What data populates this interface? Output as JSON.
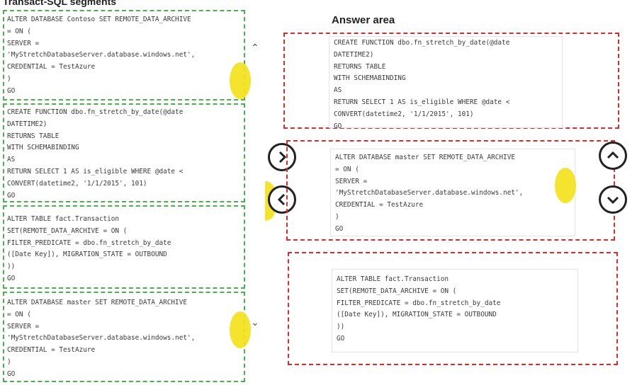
{
  "segments": {
    "title": "Transact-SQL segments",
    "items": [
      {
        "lines": [
          "ALTER DATABASE Contoso SET REMOTE_DATA_ARCHIVE",
          "= ON (",
          "SERVER =",
          "'MyStretchDatabaseServer.database.windows.net',",
          "CREDENTIAL = TestAzure",
          ")",
          "GO"
        ]
      },
      {
        "lines": [
          "CREATE FUNCTION dbo.fn_stretch_by_date(@date",
          "DATETIME2)",
          "RETURNS TABLE",
          "WITH SCHEMABINDING",
          "AS",
          "RETURN SELECT 1 AS is_eligible WHERE @date <",
          "CONVERT(datetime2, '1/1/2015', 101)",
          "GO"
        ]
      },
      {
        "lines": [
          "ALTER TABLE fact.Transaction",
          "SET(REMOTE_DATA_ARCHIVE = ON (",
          "FILTER_PREDICATE = dbo.fn_stretch_by_date",
          "([Date Key]), MIGRATION_STATE = OUTBOUND",
          "))",
          "GO"
        ]
      },
      {
        "lines": [
          "ALTER DATABASE master SET REMOTE_DATA_ARCHIVE",
          "= ON (",
          "SERVER =",
          "'MyStretchDatabaseServer.database.windows.net',",
          "CREDENTIAL = TestAzure",
          ")",
          "GO"
        ]
      }
    ]
  },
  "answer": {
    "title": "Answer area",
    "items": [
      {
        "lines": [
          "CREATE FUNCTION dbo.fn_stretch_by_date(@date",
          "DATETIME2)",
          "RETURNS TABLE",
          "WITH SCHEMABINDING",
          "AS",
          "RETURN SELECT 1 AS is_eligible WHERE @date <",
          "CONVERT(datetime2, '1/1/2015', 101)",
          "GO"
        ]
      },
      {
        "lines": [
          "ALTER DATABASE master SET REMOTE_DATA_ARCHIVE",
          "= ON (",
          "SERVER =",
          "'MyStretchDatabaseServer.database.windows.net',",
          "CREDENTIAL = TestAzure",
          ")",
          "GO"
        ]
      },
      {
        "lines": [
          "ALTER TABLE fact.Transaction",
          "SET(REMOTE_DATA_ARCHIVE = ON (",
          "FILTER_PREDICATE = dbo.fn_stretch_by_date",
          "([Date Key]), MIGRATION_STATE = OUTBOUND",
          "))",
          "GO"
        ]
      }
    ]
  },
  "icons": {
    "move_right": "chevron-right-icon",
    "move_left": "chevron-left-icon",
    "move_up": "chevron-up-icon",
    "move_down": "chevron-down-icon"
  },
  "colors": {
    "segment_border": "#4caf50",
    "answer_border": "#d32f2f",
    "highlight": "#f4e21c"
  }
}
